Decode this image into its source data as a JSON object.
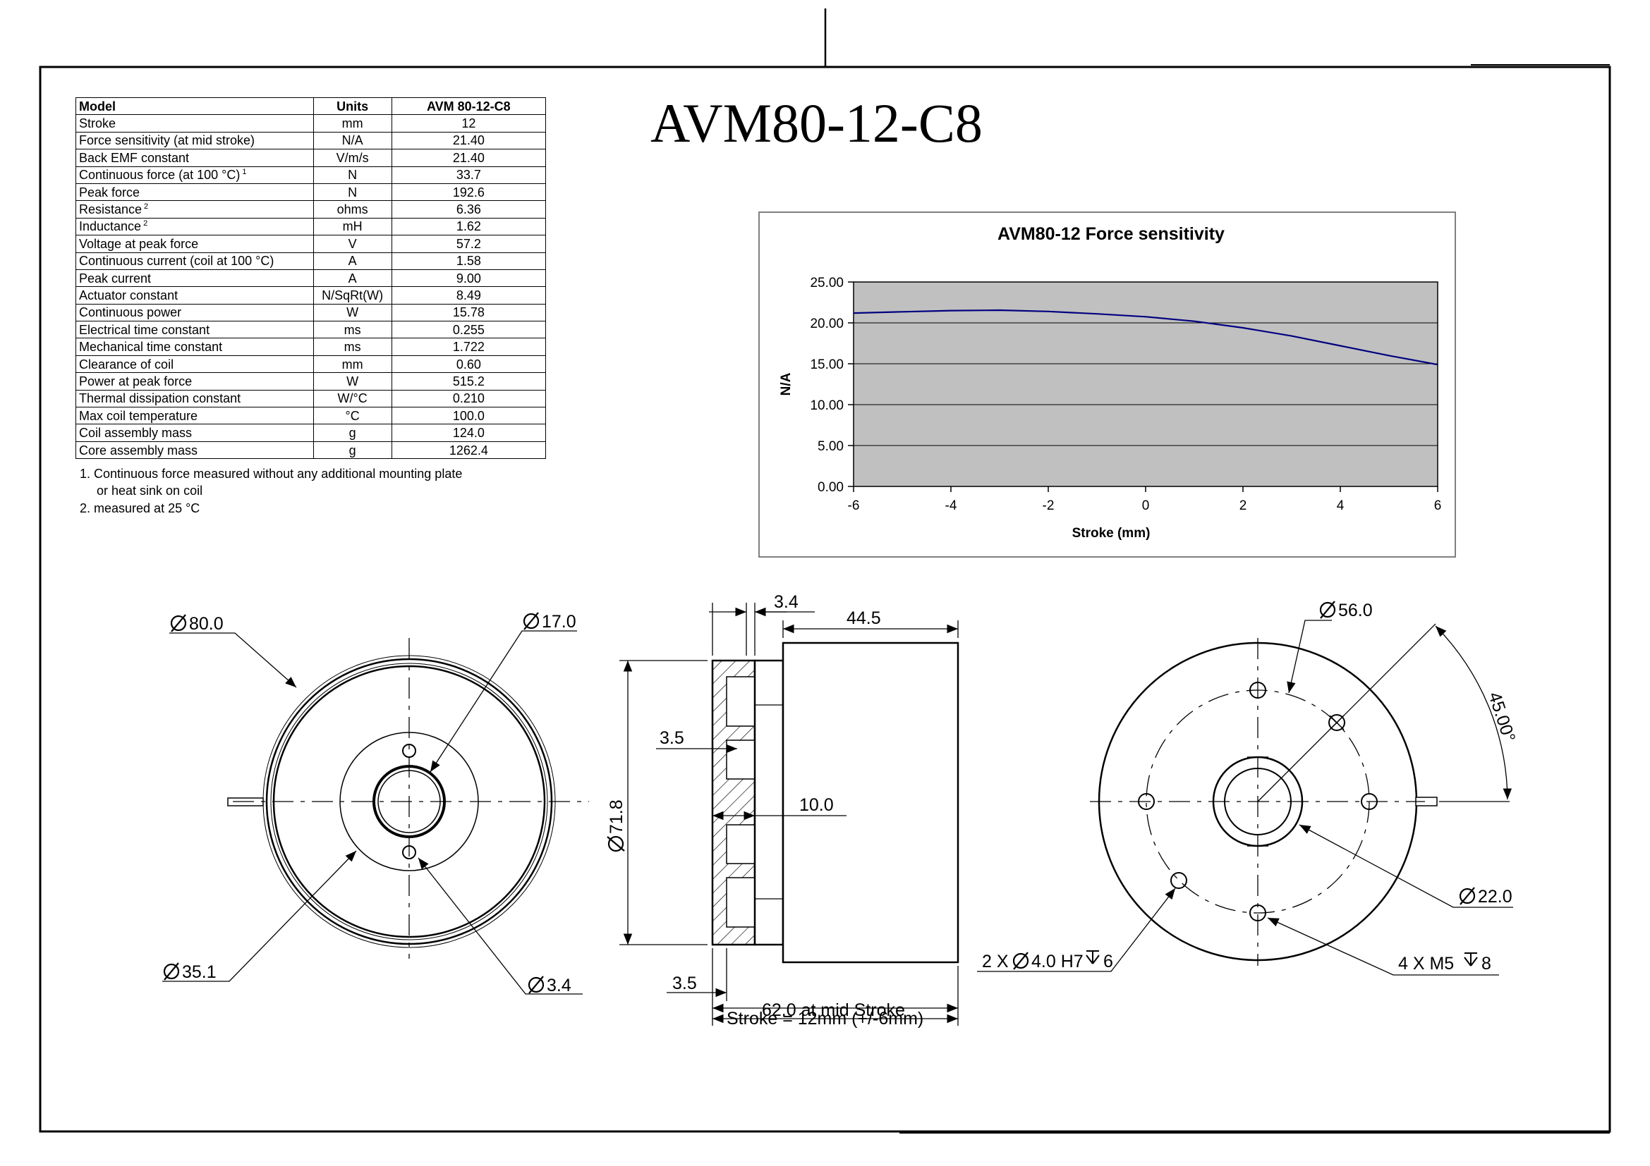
{
  "title": "AVM80-12-C8",
  "spec_table": {
    "headers": [
      "Model",
      "Units",
      "AVM 80-12-C8"
    ],
    "rows": [
      {
        "label": "Stroke",
        "sup": "",
        "unit": "mm",
        "value": "12"
      },
      {
        "label": "Force sensitivity (at mid stroke)",
        "sup": "",
        "unit": "N/A",
        "value": "21.40"
      },
      {
        "label": "Back EMF constant",
        "sup": "",
        "unit": "V/m/s",
        "value": "21.40"
      },
      {
        "label": "Continuous force (at 100 °C)",
        "sup": "1",
        "unit": "N",
        "value": "33.7"
      },
      {
        "label": "Peak force",
        "sup": "",
        "unit": "N",
        "value": "192.6"
      },
      {
        "label": "Resistance",
        "sup": "2",
        "unit": "ohms",
        "value": "6.36"
      },
      {
        "label": "Inductance",
        "sup": "2",
        "unit": "mH",
        "value": "1.62"
      },
      {
        "label": "Voltage at peak force",
        "sup": "",
        "unit": "V",
        "value": "57.2"
      },
      {
        "label": "Continuous current (coil at 100 °C)",
        "sup": "",
        "unit": "A",
        "value": "1.58"
      },
      {
        "label": "Peak current",
        "sup": "",
        "unit": "A",
        "value": "9.00"
      },
      {
        "label": "Actuator constant",
        "sup": "",
        "unit": "N/SqRt(W)",
        "value": "8.49"
      },
      {
        "label": "Continuous power",
        "sup": "",
        "unit": "W",
        "value": "15.78"
      },
      {
        "label": "Electrical time constant",
        "sup": "",
        "unit": "ms",
        "value": "0.255"
      },
      {
        "label": "Mechanical time constant",
        "sup": "",
        "unit": "ms",
        "value": "1.722"
      },
      {
        "label": "Clearance of coil",
        "sup": "",
        "unit": "mm",
        "value": "0.60"
      },
      {
        "label": "Power at peak force",
        "sup": "",
        "unit": "W",
        "value": "515.2"
      },
      {
        "label": "Thermal dissipation constant",
        "sup": "",
        "unit": "W/°C",
        "value": "0.210"
      },
      {
        "label": "Max coil temperature",
        "sup": "",
        "unit": "°C",
        "value": "100.0"
      },
      {
        "label": "Coil assembly mass",
        "sup": "",
        "unit": "g",
        "value": "124.0"
      },
      {
        "label": "Core assembly mass",
        "sup": "",
        "unit": "g",
        "value": "1262.4"
      }
    ]
  },
  "notes": {
    "note1_line1": "1. Continuous force measured without any additional mounting plate",
    "note1_line2": "or heat sink on coil",
    "note2": "2. measured at 25 °C"
  },
  "chart_data": {
    "type": "line",
    "title": "AVM80-12 Force sensitivity",
    "xlabel": "Stroke (mm)",
    "ylabel": "N/A",
    "xlim": [
      -6,
      6
    ],
    "ylim": [
      0,
      25
    ],
    "xticks": [
      "-6",
      "-4",
      "-2",
      "0",
      "2",
      "4",
      "6"
    ],
    "yticks": [
      "0.00",
      "5.00",
      "10.00",
      "15.00",
      "20.00",
      "25.00"
    ],
    "grid": true,
    "legend": "none",
    "plot_bg": "#c0c0c0",
    "line_color": "#000080",
    "series": [
      {
        "x": [
          -6,
          -5,
          -4,
          -3,
          -2,
          -1,
          0,
          1,
          2,
          3,
          4,
          5,
          6
        ],
        "y": [
          21.2,
          21.35,
          21.5,
          21.55,
          21.4,
          21.1,
          20.75,
          20.2,
          19.4,
          18.4,
          17.2,
          16.0,
          14.9
        ]
      }
    ]
  },
  "dimensions": {
    "d80": "80.0",
    "d17": "17.0",
    "d35": "35.1",
    "d34": "3.4",
    "t34": "3.4",
    "len445": "44.5",
    "w35_top": "3.5",
    "d718": "71.8",
    "gap100": "10.0",
    "w35_bottom": "3.5",
    "overall_line1": "62.0 at mid Stroke",
    "overall_line2": "Stroke = 12mm (+/-6mm)",
    "d56": "56.0",
    "angle45": "45.00°",
    "d22": "22.0",
    "holes_dowel": "2 X",
    "holes_dowel_spec": "4.0 H7",
    "holes_dowel_depth": "6",
    "holes_thread": "4 X M5",
    "holes_thread_depth": "8"
  }
}
